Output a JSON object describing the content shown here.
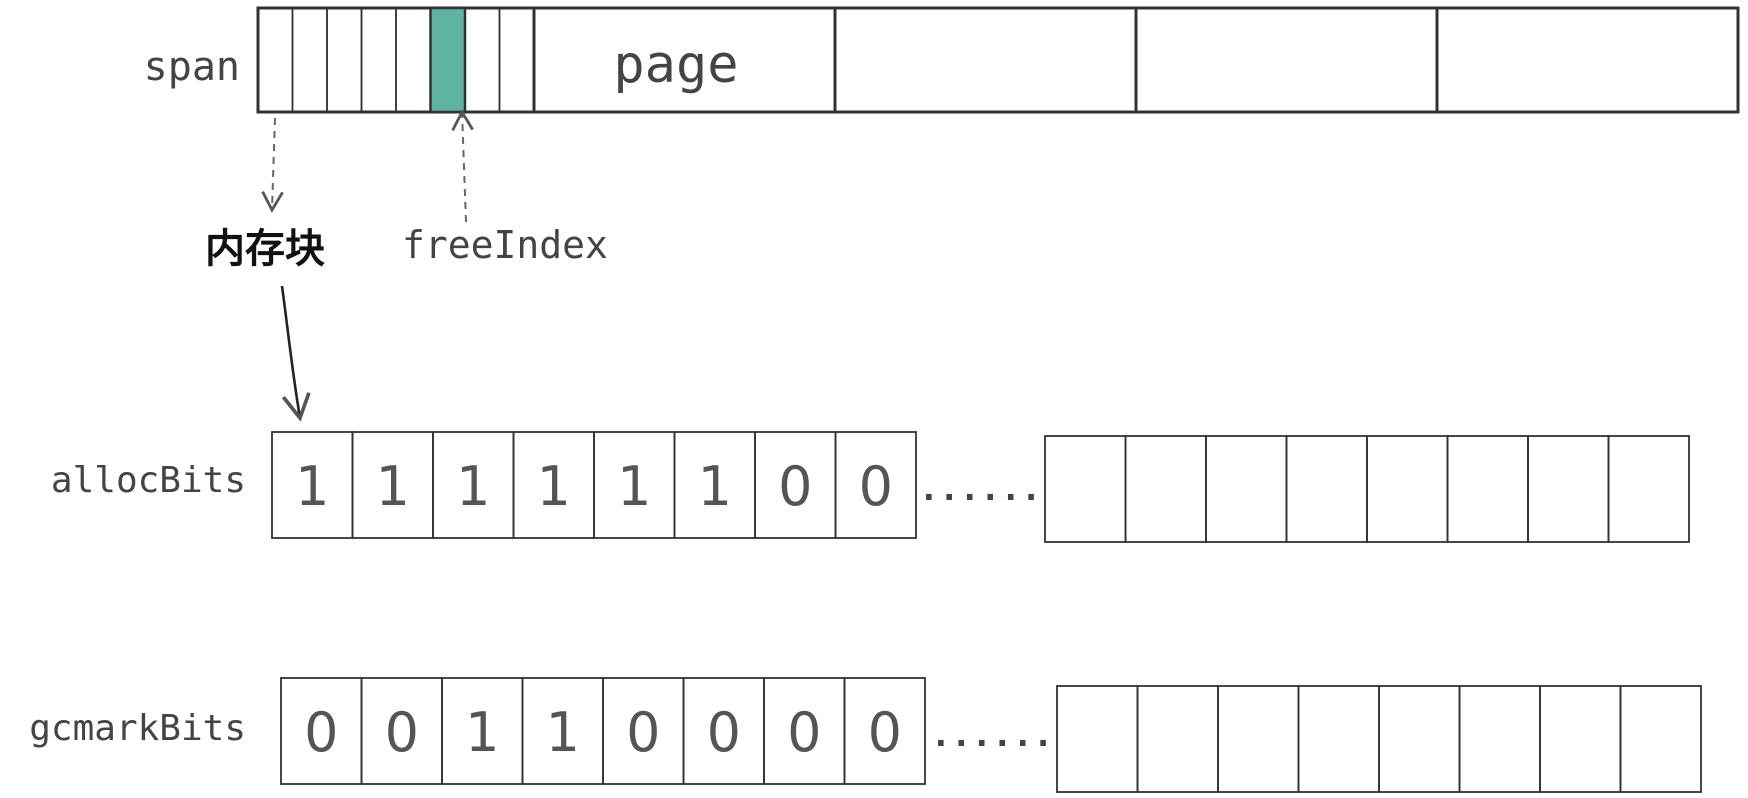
{
  "labels": {
    "span": "span",
    "page": "page",
    "memory_block": "内存块",
    "free_index": "freeIndex",
    "alloc_bits": "allocBits",
    "gcmark_bits": "gcmarkBits",
    "ellipsis": "......"
  },
  "span": {
    "object_slots": 8,
    "free_index_slot": 6,
    "pages": 5
  },
  "alloc_bits": {
    "values": [
      "1",
      "1",
      "1",
      "1",
      "1",
      "1",
      "0",
      "0"
    ],
    "trailing_empty_cells": 8
  },
  "gcmark_bits": {
    "values": [
      "0",
      "0",
      "1",
      "1",
      "0",
      "0",
      "0",
      "0"
    ],
    "trailing_empty_cells": 8
  },
  "colors": {
    "free_index_highlight": "#5fb3a3",
    "stroke": "#333333"
  }
}
